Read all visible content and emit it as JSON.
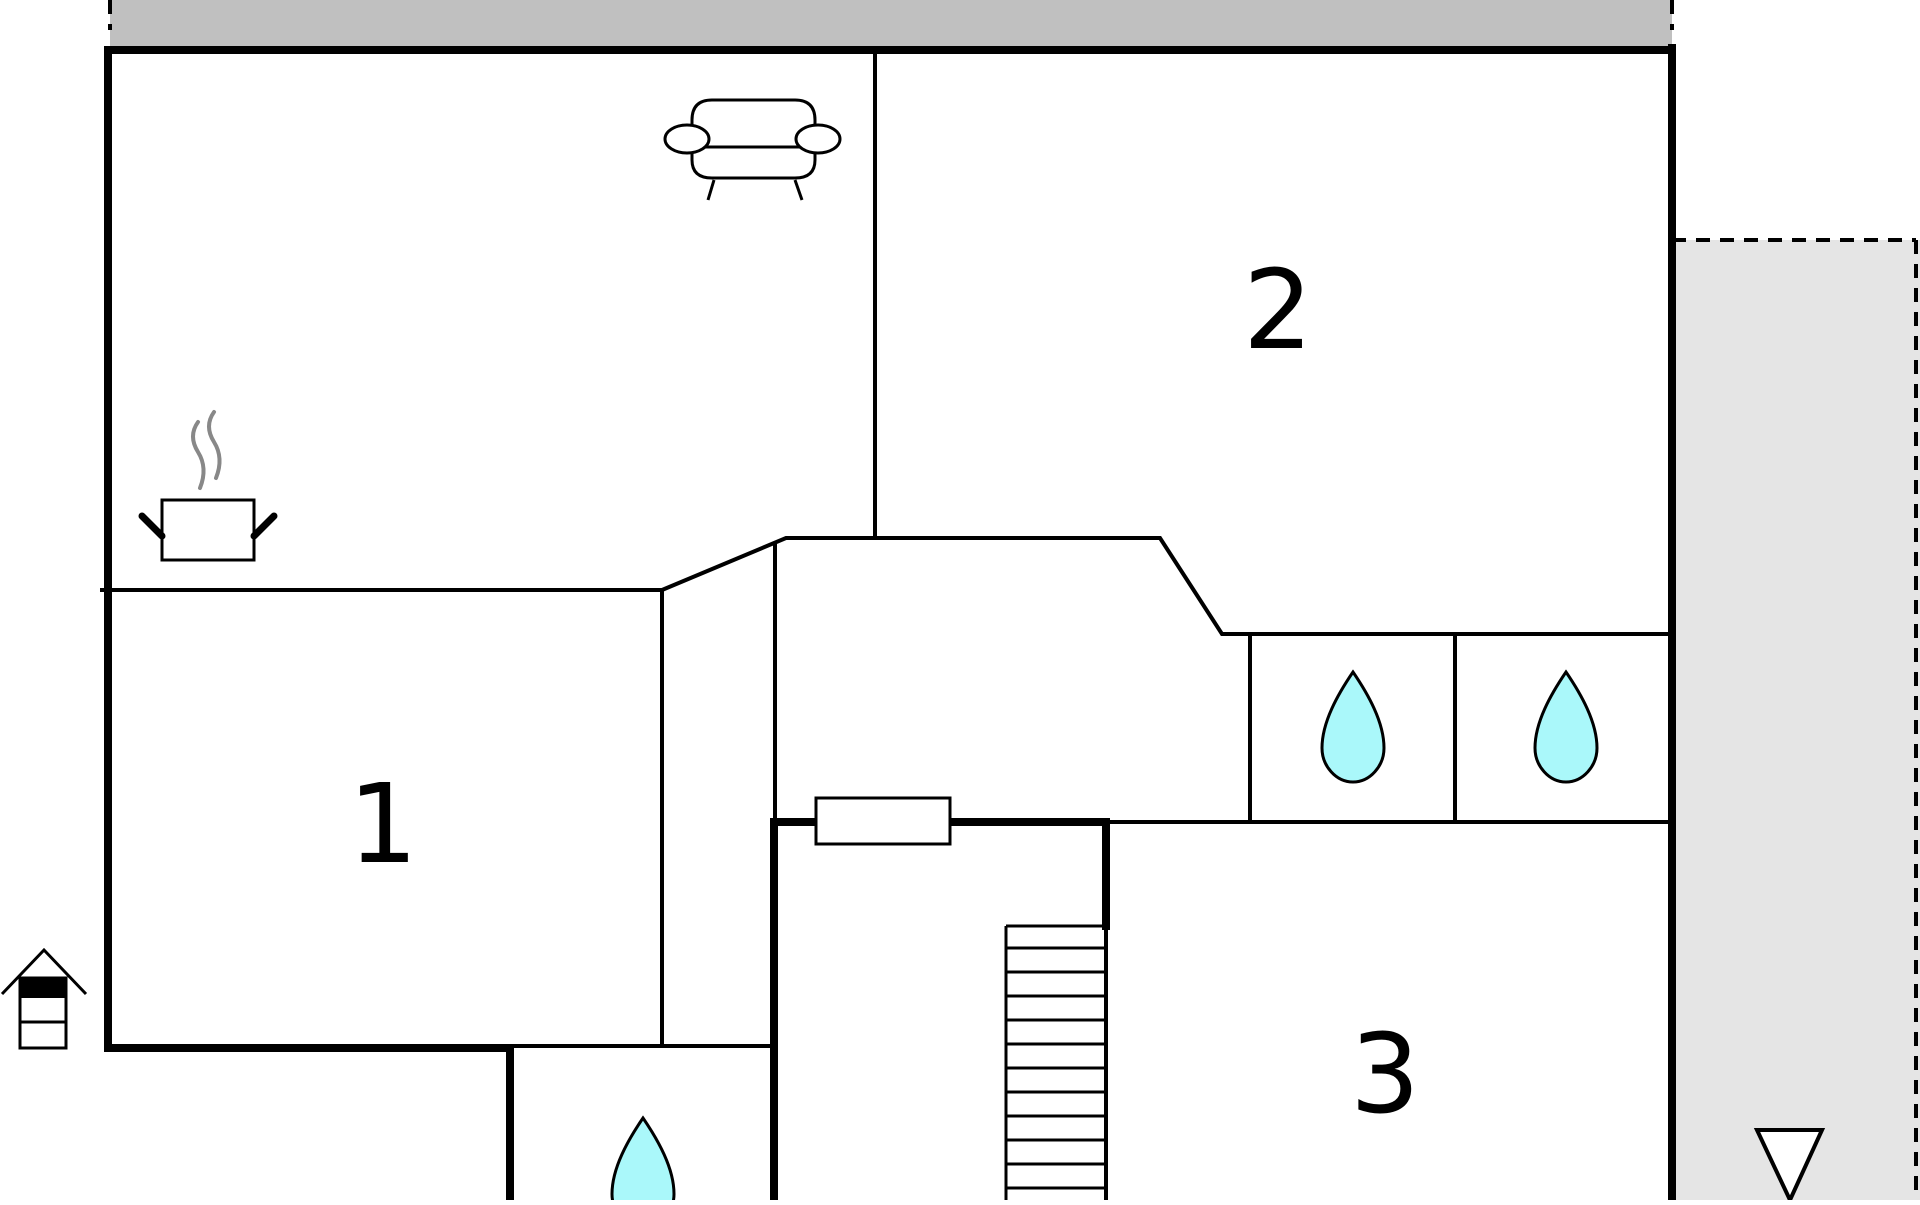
{
  "plan": {
    "rooms": [
      {
        "id": "room-1",
        "label": "1"
      },
      {
        "id": "room-2",
        "label": "2"
      },
      {
        "id": "room-3",
        "label": "3"
      }
    ],
    "icons": {
      "sofa": "sofa-icon",
      "pot": "cooking-pot-icon",
      "water": "water-drop-icon",
      "stairs": "staircase-icon",
      "house": "house-entrance-icon",
      "compass": "north-arrow-icon",
      "radiator": "radiator-icon"
    },
    "colors": {
      "wall": "#000000",
      "terrace": "#c0c0c0",
      "balcony": "#e5e5e5",
      "water": "#aaf8fa",
      "steam": "#888888",
      "background": "#ffffff"
    }
  }
}
